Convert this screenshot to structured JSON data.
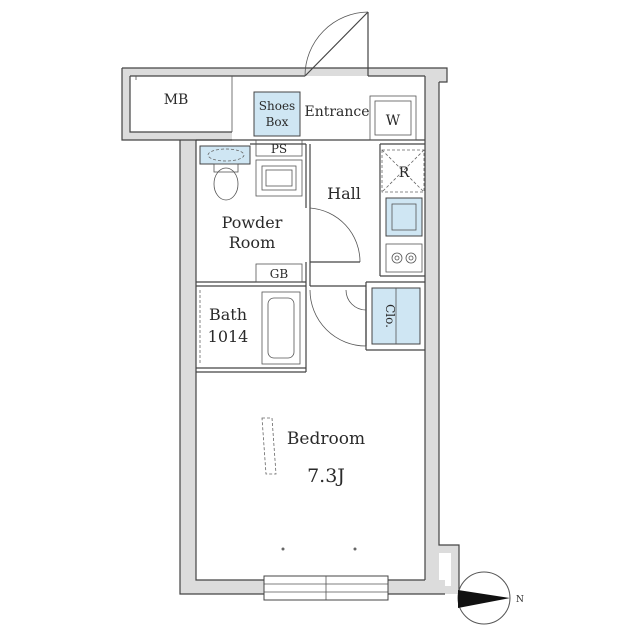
{
  "rooms": {
    "mb": "MB",
    "shoes_box_line1": "Shoes",
    "shoes_box_line2": "Box",
    "entrance": "Entrance",
    "washer": "W",
    "ps": "PS",
    "refrigerator": "R",
    "hall": "Hall",
    "powder_room_line1": "Powder",
    "powder_room_line2": "Room",
    "gb": "GB",
    "bath_line1": "Bath",
    "bath_line2": "1014",
    "closet": "Clo.",
    "bedroom": "Bedroom",
    "bedroom_size": "7.3J"
  },
  "compass": {
    "label": "N"
  },
  "colors": {
    "wall": "#dcdcdc",
    "fixture": "#cfe6f3",
    "line": "#444444"
  }
}
